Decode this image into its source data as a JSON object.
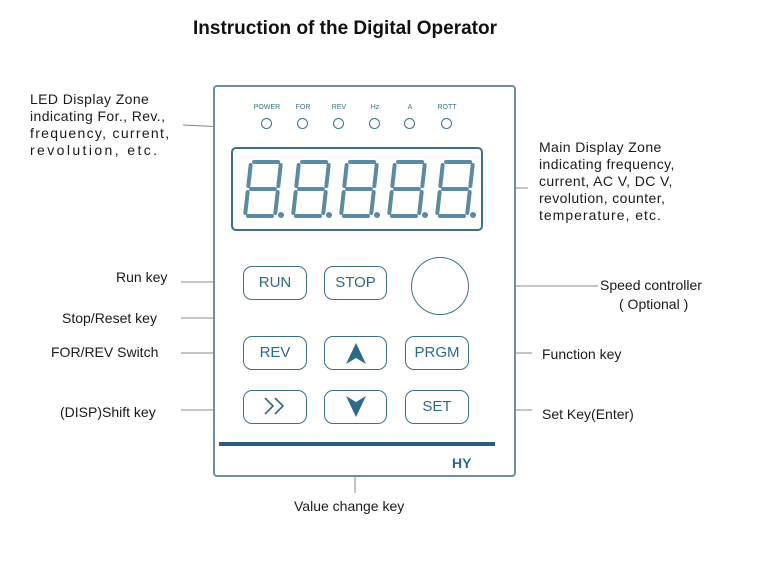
{
  "title": "Instruction of the Digital Operator",
  "led_zone_label": [
    "LED Display Zone",
    "indicating For., Rev.,",
    "frequency, current,",
    "revolution, etc."
  ],
  "main_display_label": [
    "Main Display Zone",
    "indicating frequency,",
    "current, AC V, DC V,",
    "revolution, counter,",
    "temperature, etc."
  ],
  "leds": [
    "POWER",
    "FOR",
    "REV",
    "Hz",
    "A",
    "ROTT"
  ],
  "display_digits": "8.8.8.8.8",
  "keys": {
    "run": "RUN",
    "stop": "STOP",
    "rev": "REV",
    "prgm": "PRGM",
    "shift": ">>",
    "set": "SET",
    "up": "up-arrow",
    "down": "down-arrow"
  },
  "callouts": {
    "run_key": "Run key",
    "stop_reset_key": "Stop/Reset  key",
    "for_rev_switch": "FOR/REV Switch",
    "disp_shift_key": "(DISP)Shift key",
    "speed_controller": "Speed controller",
    "speed_optional": "( Optional )",
    "function_key": "Function key",
    "set_key": "Set Key(Enter)",
    "value_change_key": "Value change key"
  },
  "brand": "HY",
  "colors": {
    "accent": "#3d6f86",
    "bar": "#2c5d7a",
    "segment": "#5b8ba3"
  }
}
